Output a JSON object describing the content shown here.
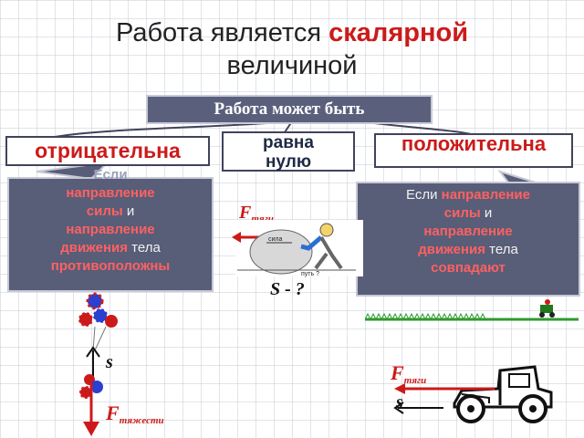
{
  "title": {
    "part1": "Работа является ",
    "highlight": "скалярной",
    "part2": "величиной"
  },
  "header_box": "Работа может быть",
  "labels": {
    "negative": "отрицательна",
    "zero_line1": "равна",
    "zero_line2": "нулю",
    "positive": "положительна"
  },
  "left_desc": {
    "w1": "Если",
    "w2": "направление",
    "w3": "силы",
    "w4": "и",
    "w5": "направление",
    "w6": "движения",
    "w7": "тела",
    "w8": "противоположны"
  },
  "right_desc": {
    "w1": "Если",
    "w2": "направление",
    "w3": "силы",
    "w4": "и",
    "w5": "направление",
    "w6": "движения",
    "w7": "тела",
    "w8": "совпадают"
  },
  "center": {
    "force": "F",
    "force_sub": "тяги",
    "question": "S - ?",
    "sign_text": "сила",
    "path_text": "путь ?"
  },
  "balloon": {
    "s": "s",
    "force": "F",
    "force_sub": "тяжести"
  },
  "car": {
    "force": "F",
    "force_sub": "тяги",
    "s": "s"
  },
  "colors": {
    "accent_red": "#cc1a1a",
    "box_bg": "#5a607c",
    "grass": "#2f9a2f"
  }
}
